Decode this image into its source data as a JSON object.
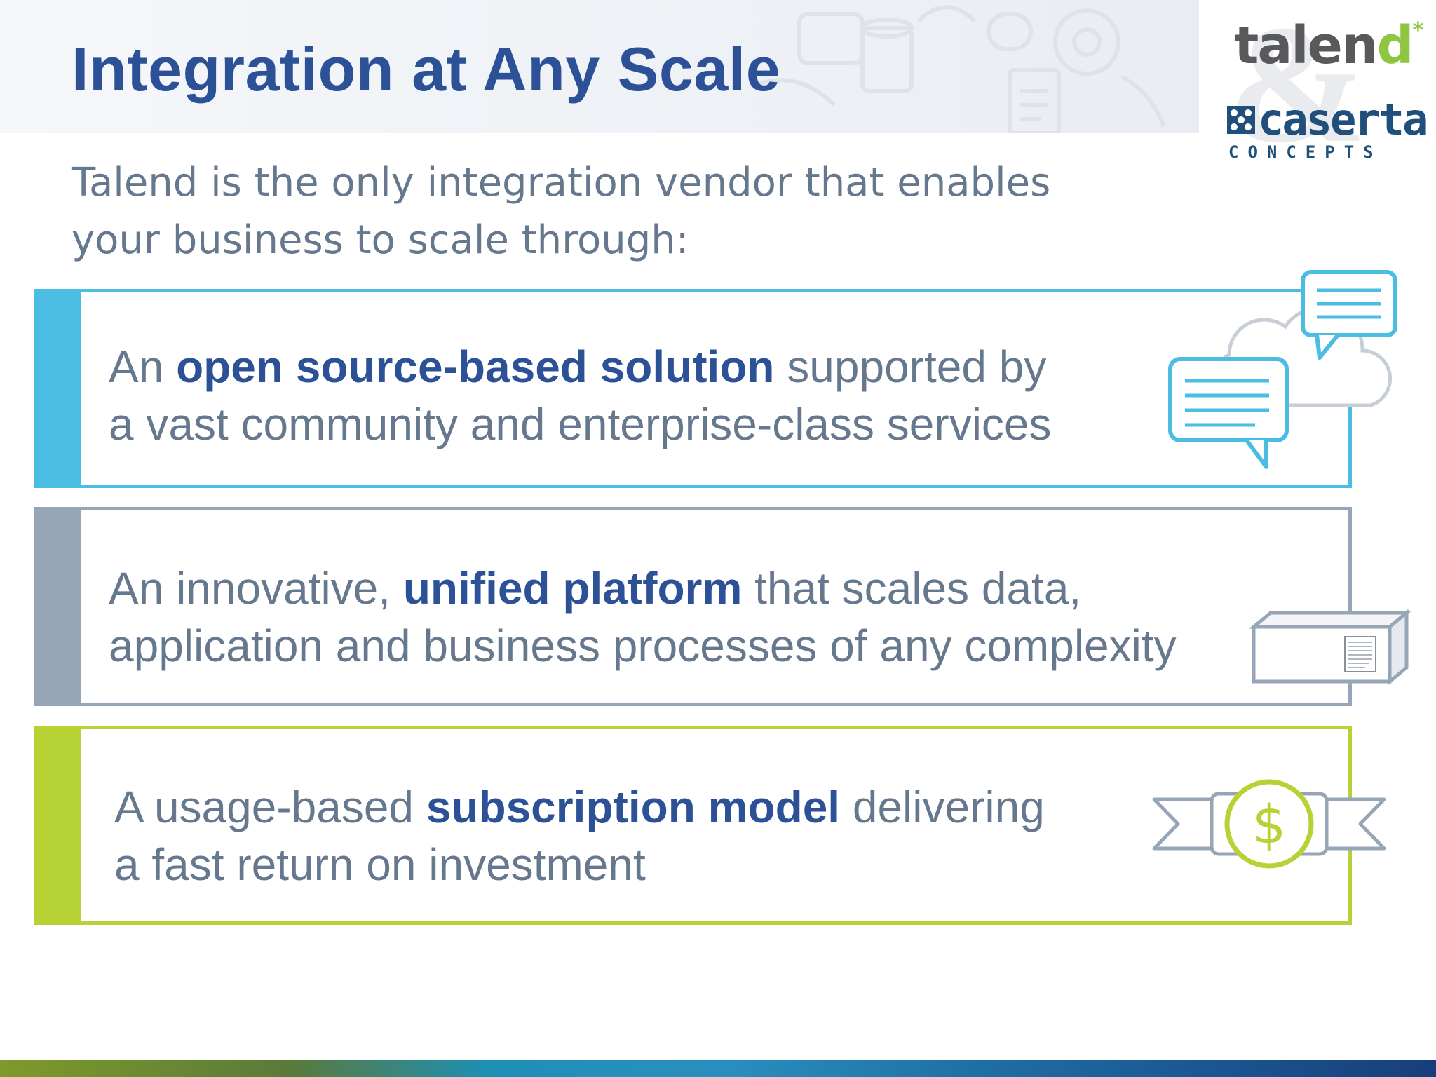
{
  "slide": {
    "title": "Integration at Any Scale",
    "intro": "Talend is the only integration vendor that enables your business to scale through:"
  },
  "logos": {
    "talend": {
      "part1": "talen",
      "part2": "d",
      "mark": "*"
    },
    "caserta": {
      "name": "caserta",
      "tagline": "CONCEPTS"
    }
  },
  "cards": [
    {
      "before": "An ",
      "highlight": "open source-based solution",
      "after1": " supported by",
      "after2": "a vast community and enterprise-class services",
      "icon": "chat-cloud-icon",
      "color": "#4bbde3"
    },
    {
      "before": "An innovative, ",
      "highlight": "unified platform",
      "after1": " that scales data,",
      "after2": "application and business processes of any complexity",
      "icon": "box-icon",
      "color": "#97a6b7"
    },
    {
      "before": "A usage-based ",
      "highlight": "subscription model",
      "after1": " delivering",
      "after2": "a fast return on investment",
      "icon": "dollar-ribbon-icon",
      "dollar": "$",
      "color": "#b6d235"
    }
  ],
  "colors": {
    "title": "#2d5197",
    "body_text": "#66788e",
    "highlight": "#2d5197"
  }
}
